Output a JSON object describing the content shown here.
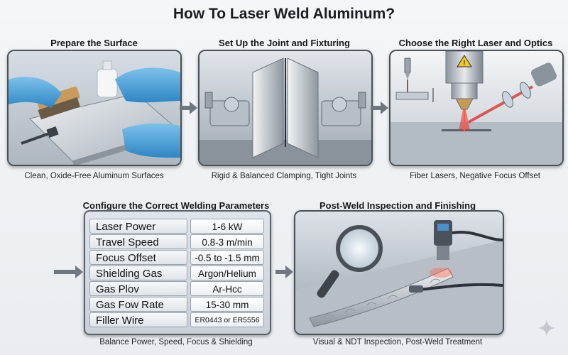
{
  "title": "How To Laser Weld Aluminum?",
  "steps": [
    {
      "title": "Prepare the Surface",
      "caption": "Clean, Oxide-Free Aluminum Surfaces"
    },
    {
      "title": "Set Up the Joint and Fixturing",
      "caption": "Rigid & Balanced Clamping, Tight Joints"
    },
    {
      "title": "Choose the Right Laser and Optics",
      "caption": "Fiber Lasers, Negative Focus Offset"
    },
    {
      "title": "Configure the Correct Welding Parameters",
      "caption": "Balance Power, Speed, Focus & Shielding"
    },
    {
      "title": "Post-Weld Inspection and Finishing",
      "caption": "Visual & NDT Inspection, Post-Weld Treatment"
    }
  ],
  "parameters": [
    {
      "label": "Laser Power",
      "value": "1-6 kW"
    },
    {
      "label": "Travel Speed",
      "value": "0.8-3 m/min"
    },
    {
      "label": "Focus Offset",
      "value": "-0.5 to -1.5 mm"
    },
    {
      "label": "Shielding Gas",
      "value": "Argon/Helium"
    },
    {
      "label": "Gas Plov",
      "value": "Ar-Hcc"
    },
    {
      "label": "Gas Fow Rate",
      "value": "15-30 mm"
    },
    {
      "label": "Filler Wire",
      "value": "ER0443 or ER5556"
    }
  ],
  "icons": {
    "warning": "warning-triangle-icon",
    "sparkle": "sparkle-icon"
  },
  "colors": {
    "glove": "#4aa3df",
    "laser": "#e0332c",
    "metal": "#b9c0c8",
    "warning": "#f3c622"
  }
}
